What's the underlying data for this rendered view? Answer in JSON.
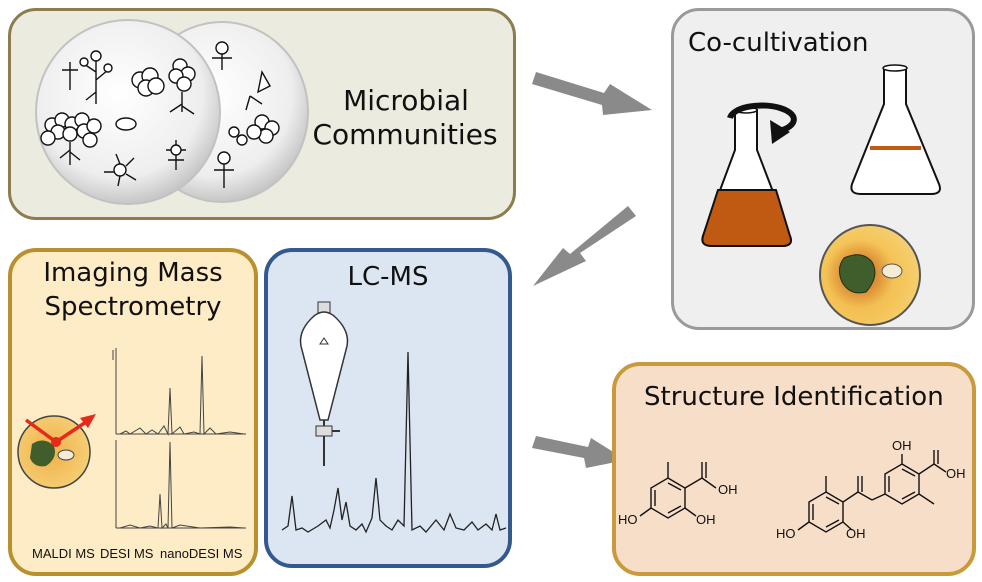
{
  "microbial": {
    "title_line1": "Microbial",
    "title_line2": "Communities"
  },
  "cocultivation": {
    "title": "Co-cultivation"
  },
  "ims": {
    "title_line1": "Imaging Mass",
    "title_line2": "Spectrometry",
    "labels": [
      "MALDI MS",
      "DESI MS",
      "nanoDESI MS"
    ]
  },
  "lcms": {
    "title": "LC-MS"
  },
  "structure": {
    "title": "Structure Identification",
    "mol1": {
      "oh_right": "OH",
      "ho_left": "HO",
      "oh_bottom": "OH"
    },
    "mol2": {
      "oh_top": "OH",
      "oh_right": "OH",
      "ho_left": "HO",
      "oh_bottom": "OH"
    }
  },
  "colors": {
    "box1_bg": "#ecebdf",
    "box1_border": "#8b7d4e",
    "box2_bg": "#efefef",
    "box2_border": "#9a9a9a",
    "box3_bg": "#fdecc5",
    "box3_border": "#b8902e",
    "box4_bg": "#dce6f2",
    "box4_border": "#34598f",
    "box5_bg": "#f7dec9",
    "box5_border": "#c99a3c",
    "culture_orange": "#c05a13"
  }
}
